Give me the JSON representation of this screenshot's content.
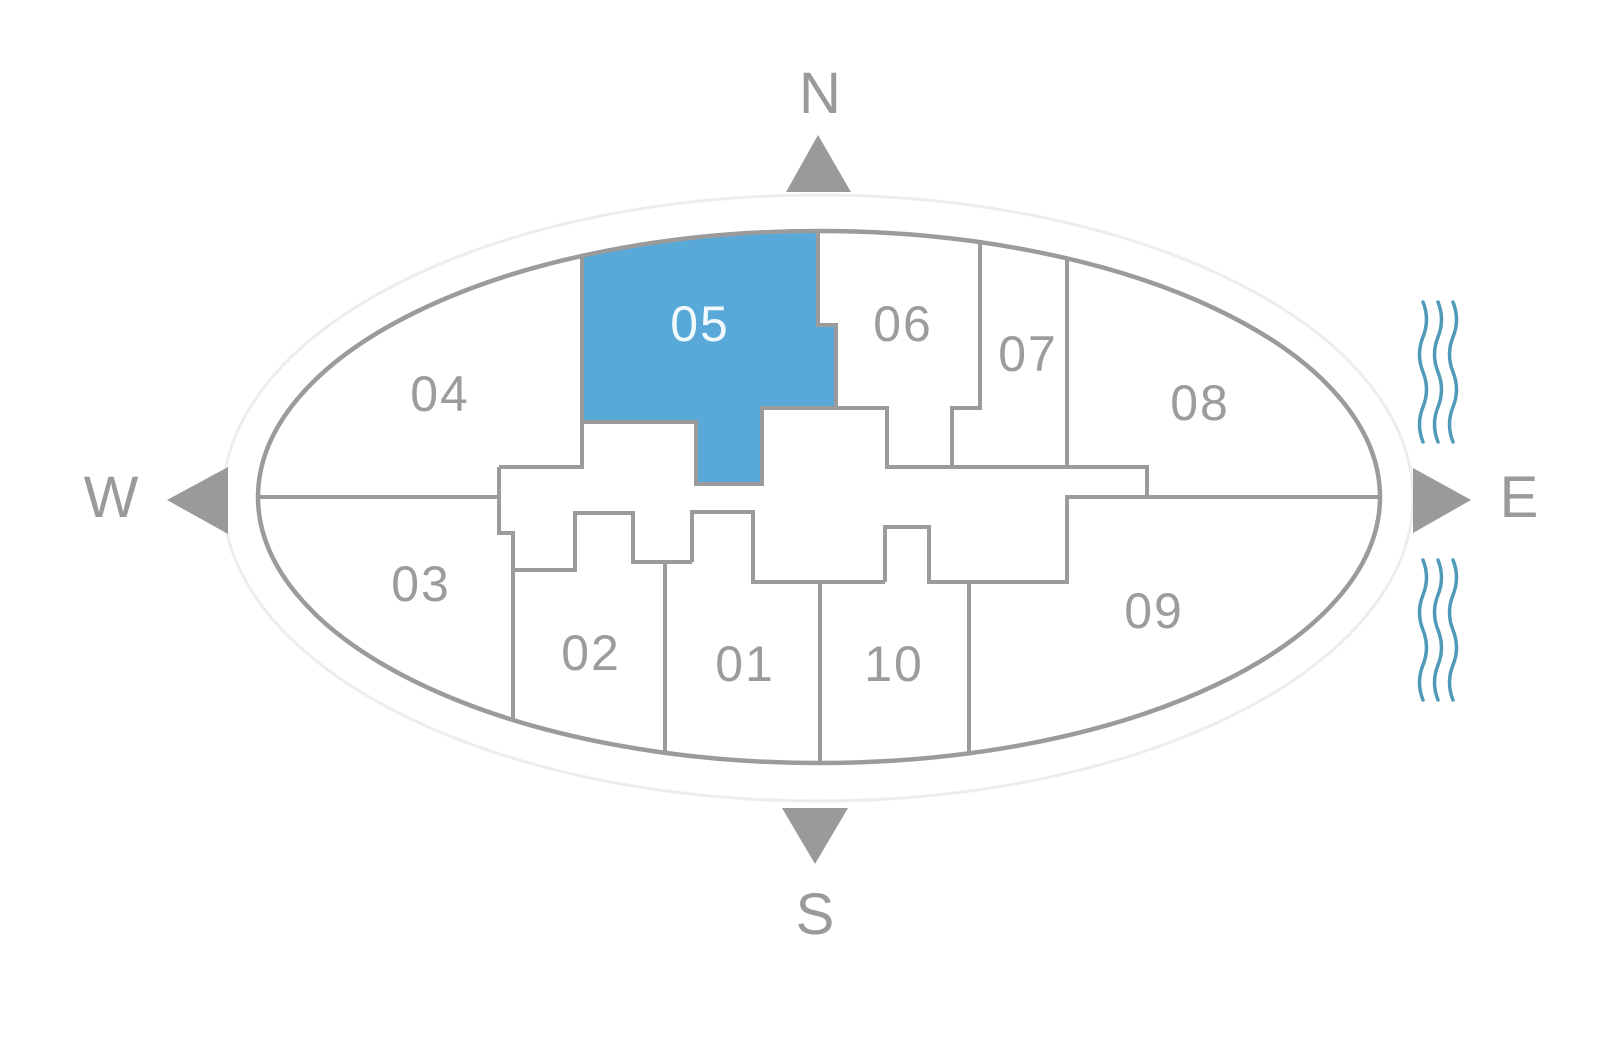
{
  "compass": {
    "north": "N",
    "east": "E",
    "south": "S",
    "west": "W"
  },
  "units": [
    {
      "label": "01",
      "highlighted": false
    },
    {
      "label": "02",
      "highlighted": false
    },
    {
      "label": "03",
      "highlighted": false
    },
    {
      "label": "04",
      "highlighted": false
    },
    {
      "label": "05",
      "highlighted": true
    },
    {
      "label": "06",
      "highlighted": false
    },
    {
      "label": "07",
      "highlighted": false
    },
    {
      "label": "08",
      "highlighted": false
    },
    {
      "label": "09",
      "highlighted": false
    },
    {
      "label": "10",
      "highlighted": false
    }
  ],
  "colors": {
    "highlight_fill": "#58a9d8",
    "highlight_label": "#f2f9fd",
    "line_gray": "#9b9b9b",
    "label_gray": "#9c9c9c",
    "compass_gray": "#9a9a9a",
    "outer_ring": "#ededed",
    "water_blue": "#4e9ab8"
  }
}
